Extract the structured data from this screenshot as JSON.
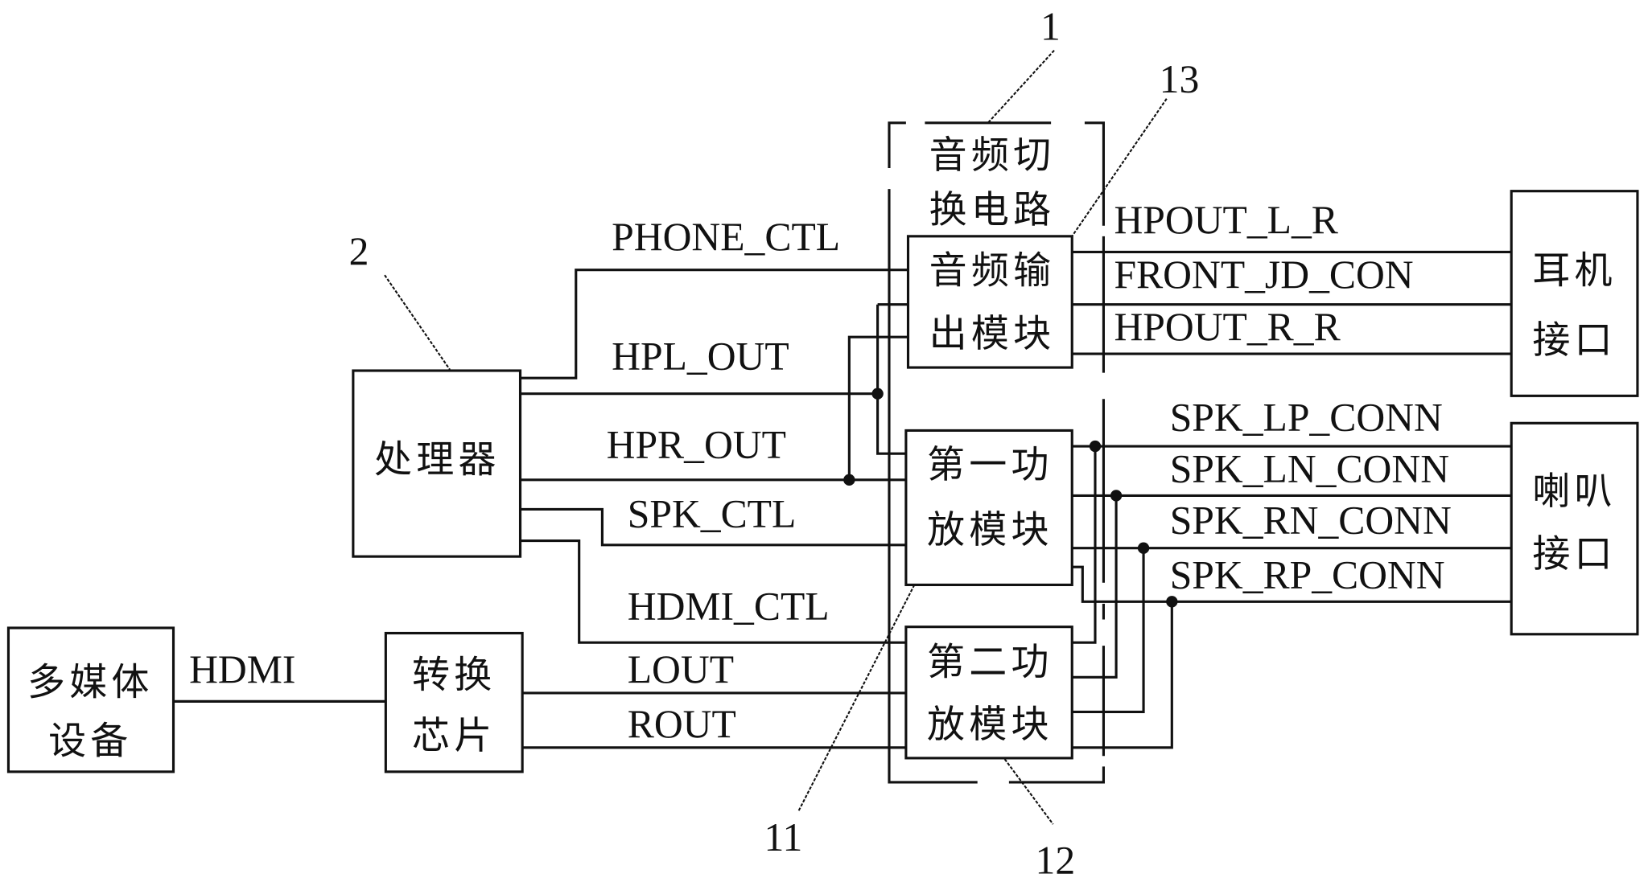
{
  "blocks": {
    "multimedia": {
      "line1": "多媒体",
      "line2": "设备"
    },
    "converter": {
      "line1": "转换",
      "line2": "芯片"
    },
    "processor": {
      "label": "处理器"
    },
    "switch_circuit": {
      "line1": "音频切",
      "line2": "换电路"
    },
    "audio_output": {
      "line1": "音频输",
      "line2": "出模块"
    },
    "amp1": {
      "line1": "第一功",
      "line2": "放模块"
    },
    "amp2": {
      "line1": "第二功",
      "line2": "放模块"
    },
    "headphone": {
      "line1": "耳机",
      "line2": "接口"
    },
    "speaker": {
      "line1": "喇叭",
      "line2": "接口"
    }
  },
  "signals": {
    "hdmi": "HDMI",
    "phone_ctl": "PHONE_CTL",
    "hpl_out": "HPL_OUT",
    "hpr_out": "HPR_OUT",
    "spk_ctl": "SPK_CTL",
    "hdmi_ctl": "HDMI_CTL",
    "lout": "LOUT",
    "rout": "ROUT",
    "hpout_l_r": "HPOUT_L_R",
    "front_jd_con": "FRONT_JD_CON",
    "hpout_r_r": "HPOUT_R_R",
    "spk_lp_conn": "SPK_LP_CONN",
    "spk_ln_conn": "SPK_LN_CONN",
    "spk_rn_conn": "SPK_RN_CONN",
    "spk_rp_conn": "SPK_RP_CONN"
  },
  "references": {
    "r1": "1",
    "r2": "2",
    "r11": "11",
    "r12": "12",
    "r13": "13"
  }
}
